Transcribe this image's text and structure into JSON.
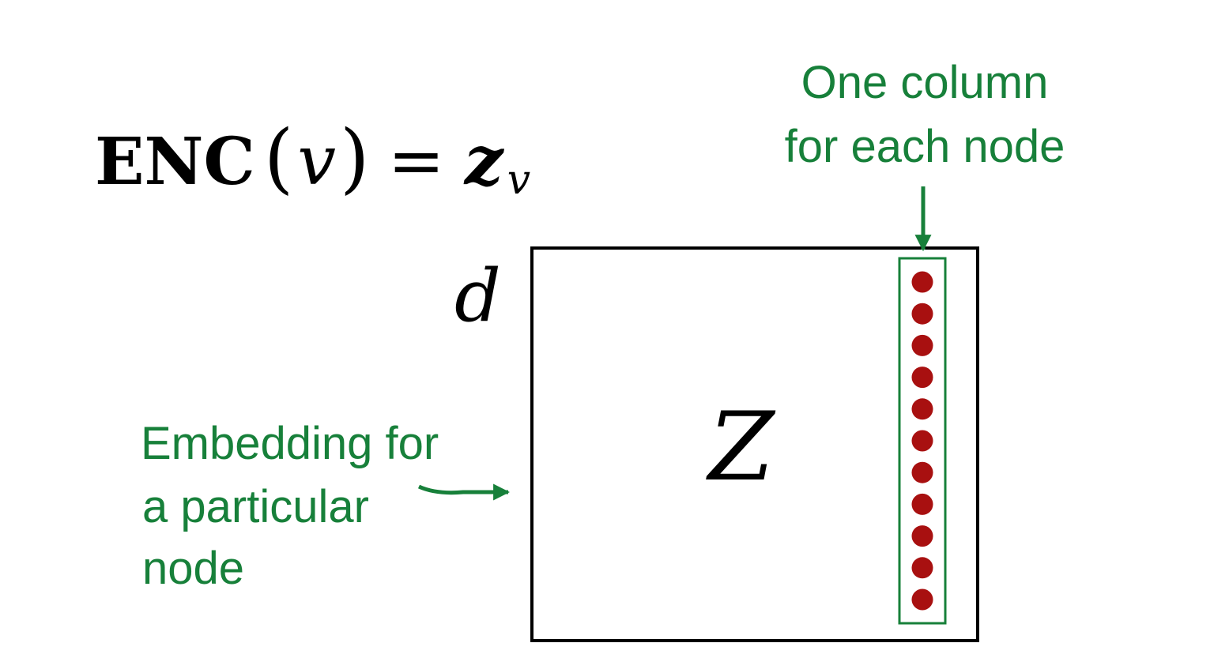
{
  "equation": {
    "function_name": "ENC",
    "open_paren": "(",
    "argument": "v",
    "close_paren": ")",
    "equals": "=",
    "result": "z",
    "result_subscript": "v"
  },
  "matrix": {
    "label": "Z",
    "rows_label": "d"
  },
  "annotations": {
    "column_line1": "One column",
    "column_line2": "for each node",
    "embedding_line1": "Embedding for",
    "embedding_line2": "a particular",
    "embedding_line3": "node"
  },
  "column_entries": 11,
  "colors": {
    "annotation_green": "#17803a",
    "dot_red": "#a81010",
    "outline_black": "#000000"
  }
}
